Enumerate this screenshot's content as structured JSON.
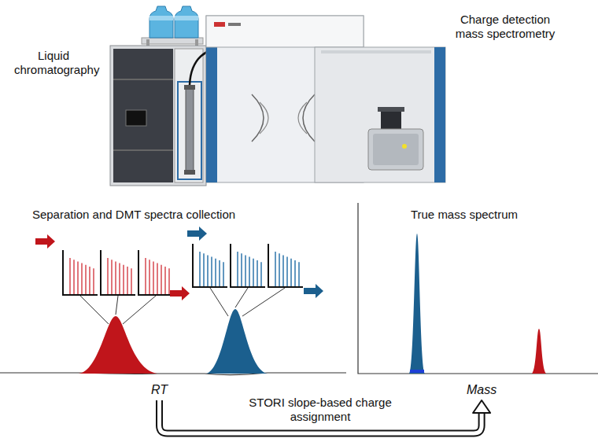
{
  "diagram": {
    "nodes": [
      {
        "text": [
          "RT"
        ]
      },
      {
        "text": [
          "Mass"
        ]
      }
    ],
    "edges": [
      {
        "from": 0,
        "to": 1,
        "arrow": "to",
        "label": "STORI slope-based charge assignment"
      }
    ],
    "labels": [
      "Liquid chromatography",
      "Charge detection mass spectrometry",
      "Separation and DMT spectra collection",
      "True mass spectrum"
    ]
  }
}
